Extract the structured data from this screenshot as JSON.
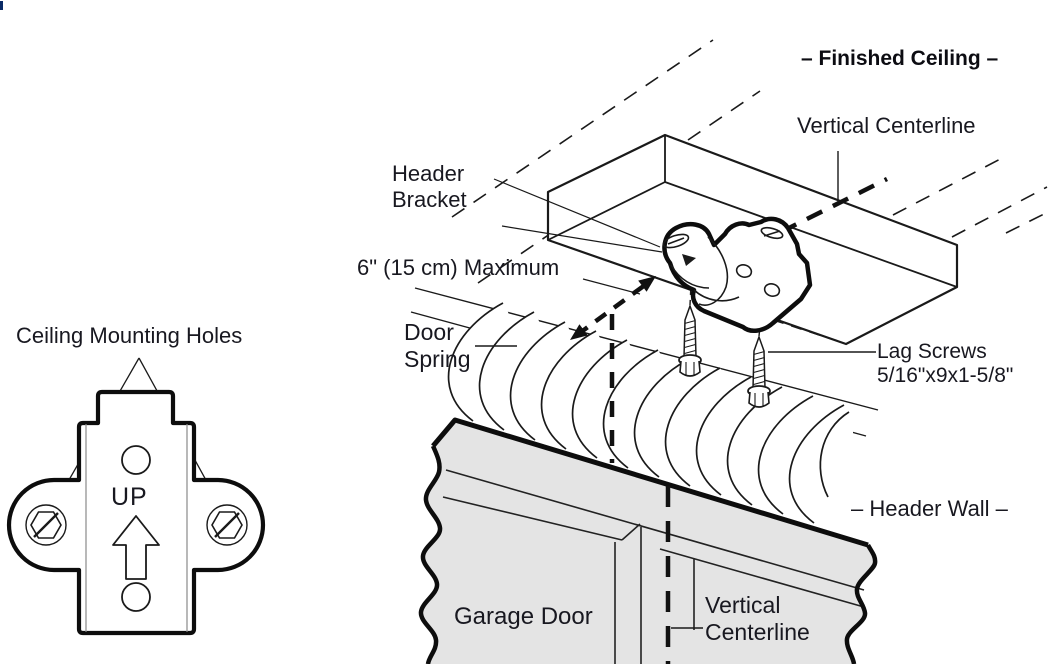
{
  "main_diagram": {
    "finished_ceiling_label": "– Finished Ceiling –",
    "vertical_centerline_top_label": "Vertical Centerline",
    "header_bracket_label": [
      "Header",
      "Bracket"
    ],
    "max_distance_label": "6\" (15 cm) Maximum",
    "door_spring_label": [
      "Door",
      "Spring"
    ],
    "lag_screws_label": [
      "Lag Screws",
      "5/16\"x9x1-5/8\""
    ],
    "header_wall_label": "– Header Wall –",
    "garage_door_label": "Garage Door",
    "vertical_centerline_bottom_label": [
      "Vertical",
      "Centerline"
    ]
  },
  "bracket_front_view": {
    "ceiling_mounting_holes_label": "Ceiling Mounting Holes",
    "up_marking": "UP"
  },
  "colors": {
    "ink": "#1a1a1a",
    "wall_gray": "#e4e4e4",
    "text": "#181820",
    "corner_mark_blue": "#0a2a66"
  }
}
